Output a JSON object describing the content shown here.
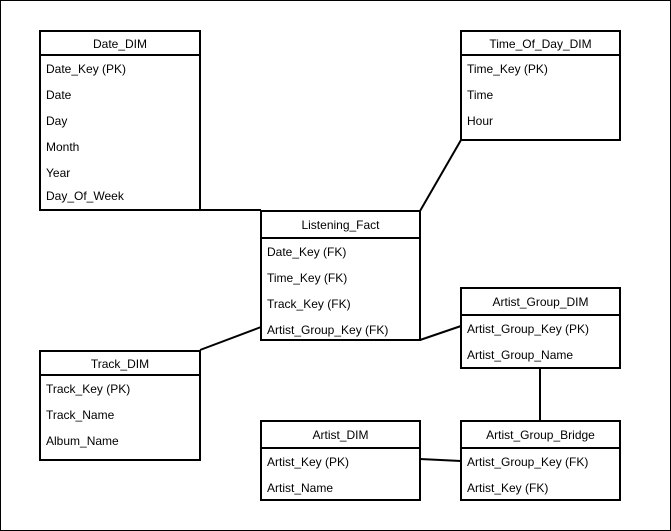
{
  "entities": {
    "date_dim": {
      "title": "Date_DIM",
      "fields": [
        "Date_Key (PK)",
        "Date",
        "Day",
        "Month",
        "Year",
        "Day_Of_Week"
      ]
    },
    "time_of_day_dim": {
      "title": "Time_Of_Day_DIM",
      "fields": [
        "Time_Key (PK)",
        "Time",
        "Hour"
      ]
    },
    "listening_fact": {
      "title": "Listening_Fact",
      "fields": [
        "Date_Key (FK)",
        "Time_Key (FK)",
        "Track_Key (FK)",
        "Artist_Group_Key (FK)"
      ]
    },
    "artist_group_dim": {
      "title": "Artist_Group_DIM",
      "fields": [
        "Artist_Group_Key (PK)",
        "Artist_Group_Name"
      ]
    },
    "track_dim": {
      "title": "Track_DIM",
      "fields": [
        "Track_Key (PK)",
        "Track_Name",
        "Album_Name"
      ]
    },
    "artist_dim": {
      "title": "Artist_DIM",
      "fields": [
        "Artist_Key (PK)",
        "Artist_Name"
      ]
    },
    "artist_group_bridge": {
      "title": "Artist_Group_Bridge",
      "fields": [
        "Artist_Group_Key (FK)",
        "Artist_Key (FK)"
      ]
    }
  }
}
